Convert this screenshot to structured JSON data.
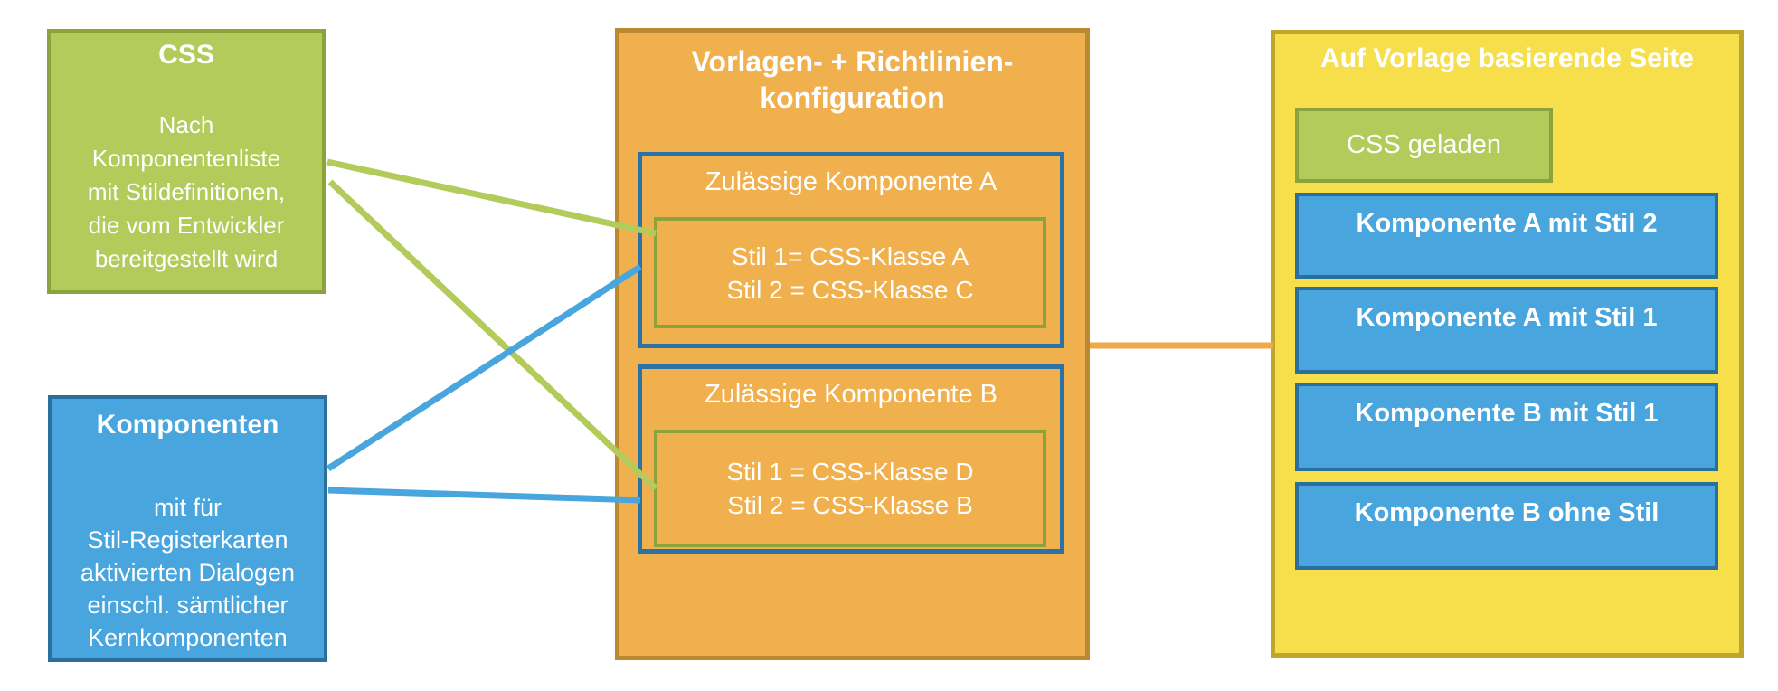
{
  "diagram": {
    "left_column": {
      "css_box": {
        "title": "CSS",
        "body_lines": [
          "Nach",
          "Komponentenliste",
          "mit Stildefinitionen,",
          "die vom Entwickler",
          "bereitgestellt wird"
        ]
      },
      "components_box": {
        "title": "Komponenten",
        "body_lines": [
          "mit für",
          "Stil-Registerkarten",
          "aktivierten Dialogen",
          "einschl. sämtlicher",
          "Kernkomponenten"
        ]
      }
    },
    "config_box": {
      "title_lines": [
        "Vorlagen- + Richtlinien-",
        "konfiguration"
      ],
      "component_a": {
        "title": "Zulässige Komponente A",
        "style_lines": [
          "Stil 1= CSS-Klasse A",
          "Stil 2 = CSS-Klasse C"
        ]
      },
      "component_b": {
        "title": "Zulässige Komponente B",
        "style_lines": [
          "Stil 1 = CSS-Klasse D",
          "Stil 2 = CSS-Klasse B"
        ]
      }
    },
    "page_box": {
      "title": "Auf Vorlage basierende Seite",
      "css_loaded_label": "CSS geladen",
      "component_rows": [
        "Komponente A mit Stil 2",
        "Komponente A mit Stil 1",
        "Komponente B mit Stil 1",
        "Komponente B ohne Stil"
      ]
    },
    "connections": [
      {
        "from": "css_box",
        "to": "component_a_styles",
        "color": "#B3CB5A"
      },
      {
        "from": "css_box",
        "to": "component_b_styles",
        "color": "#B3CB5A"
      },
      {
        "from": "components_box",
        "to": "component_a",
        "color": "#49A5DD"
      },
      {
        "from": "components_box",
        "to": "component_b",
        "color": "#49A5DD"
      },
      {
        "from": "config_box",
        "to": "page_box",
        "color": "#F0A848"
      }
    ],
    "colors": {
      "green_fill": "#B3CB5A",
      "green_border": "#8CA23C",
      "blue_fill": "#49A5DD",
      "blue_border": "#2B6F9F",
      "inner_blue_border": "#2D72A7",
      "orange_fill": "#F1B04E",
      "orange_border": "#BB8A30",
      "yellow_fill": "#F7DE4B",
      "yellow_border": "#BCA62E",
      "connector_orange": "#F0A848",
      "text": "#FFFFFF"
    }
  }
}
